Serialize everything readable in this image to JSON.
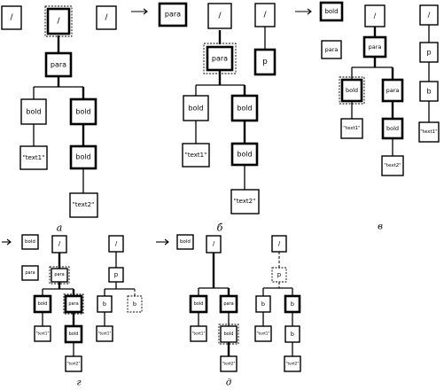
{
  "diagram": {
    "nodes": {
      "slash": "/",
      "para": "para",
      "bold": "bold",
      "p": "p",
      "b": "b",
      "text1": "\"text1\"",
      "text2": "\"text2\""
    },
    "captions": {
      "a": "а",
      "b": "б",
      "v": "в",
      "g": "г",
      "d": "д"
    }
  }
}
